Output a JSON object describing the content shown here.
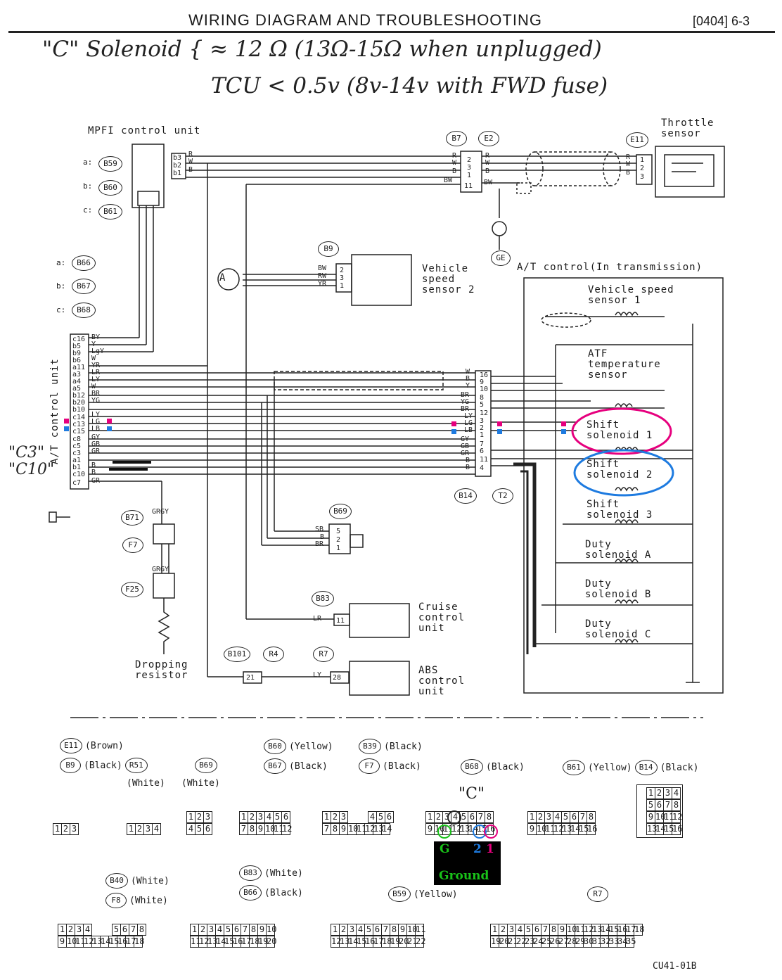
{
  "header": {
    "title": "WIRING DIAGRAM AND TROUBLESHOOTING",
    "code": "[0404]  6-3"
  },
  "handwritten": {
    "line1": "\"C\" Solenoid { ≈ 12 Ω  (13Ω-15Ω when unplugged)",
    "line2": "TCU < 0.5v (8v-14v with FWD fuse)",
    "c3_c10": "\"C3\"\n\"C10\""
  },
  "units": {
    "mpfi": "MPFI control unit",
    "throttle": "Throttle sensor",
    "vss2": "Vehicle speed sensor 2",
    "at_control_in_trans": "A/T control(In transmission)",
    "vss1": "Vehicle speed sensor 1",
    "atf": "ATF temperature sensor",
    "shift1": "Shift solenoid 1",
    "shift2": "Shift solenoid 2",
    "shift3": "Shift solenoid 3",
    "dutyA": "Duty solenoid A",
    "dutyB": "Duty solenoid B",
    "dutyC": "Duty solenoid C",
    "atcu": "A/T control unit",
    "cruise": "Cruise control unit",
    "abs": "ABS control unit",
    "dropping": "Dropping resistor"
  },
  "connectors": {
    "mpfi_a": "a:",
    "mpfi_a_id": "B59",
    "mpfi_b": "b:",
    "mpfi_b_id": "B60",
    "mpfi_c": "c:",
    "mpfi_c_id": "B61",
    "atcu_a": "a:",
    "atcu_a_id": "B66",
    "atcu_b": "b:",
    "atcu_b_id": "B67",
    "atcu_c": "c:",
    "atcu_c_id": "B68",
    "b7": "B7",
    "e2": "E2",
    "e11": "E11",
    "b9": "B9",
    "b14": "B14",
    "t2": "T2",
    "b69": "B69",
    "b71": "B71",
    "f7": "F7",
    "f25": "F25",
    "b83": "B83",
    "b101": "B101",
    "r4": "R4",
    "r7": "R7",
    "ge": "GE",
    "a_ref": "A"
  },
  "legend": {
    "e11": "E11",
    "e11_c": "(Brown)",
    "b9": "B9",
    "b9_c": "(Black)",
    "r51": "R51",
    "r51_c": "(White)",
    "b69": "B69",
    "b69_c": "(White)",
    "b60": "B60",
    "b60_c": "(Yellow)",
    "b39": "B39",
    "b39_c": "(Black)",
    "b67": "B67",
    "b67_c": "(Black)",
    "f7": "F7",
    "f7_c": "(Black)",
    "b68": "B68",
    "b68_c": "(Black)",
    "b61": "B61",
    "b61_c": "(Yellow)",
    "b14": "B14",
    "b14_c": "(Black)",
    "c_label": "\"C\"",
    "g": "G",
    "two": "2",
    "one": "1",
    "ground": "Ground",
    "b40": "B40",
    "b40_c": "(White)",
    "f8": "F8",
    "f8_c": "(White)",
    "b83": "B83",
    "b83_c": "(White)",
    "b66": "B66",
    "b66_c": "(Black)",
    "b59": "B59",
    "b59_c": "(Yellow)",
    "r7": "R7",
    "footer": "CU41-01B"
  },
  "colors": {
    "pink": "#e6007e",
    "blue": "#1e7be0",
    "green": "#19c219"
  }
}
